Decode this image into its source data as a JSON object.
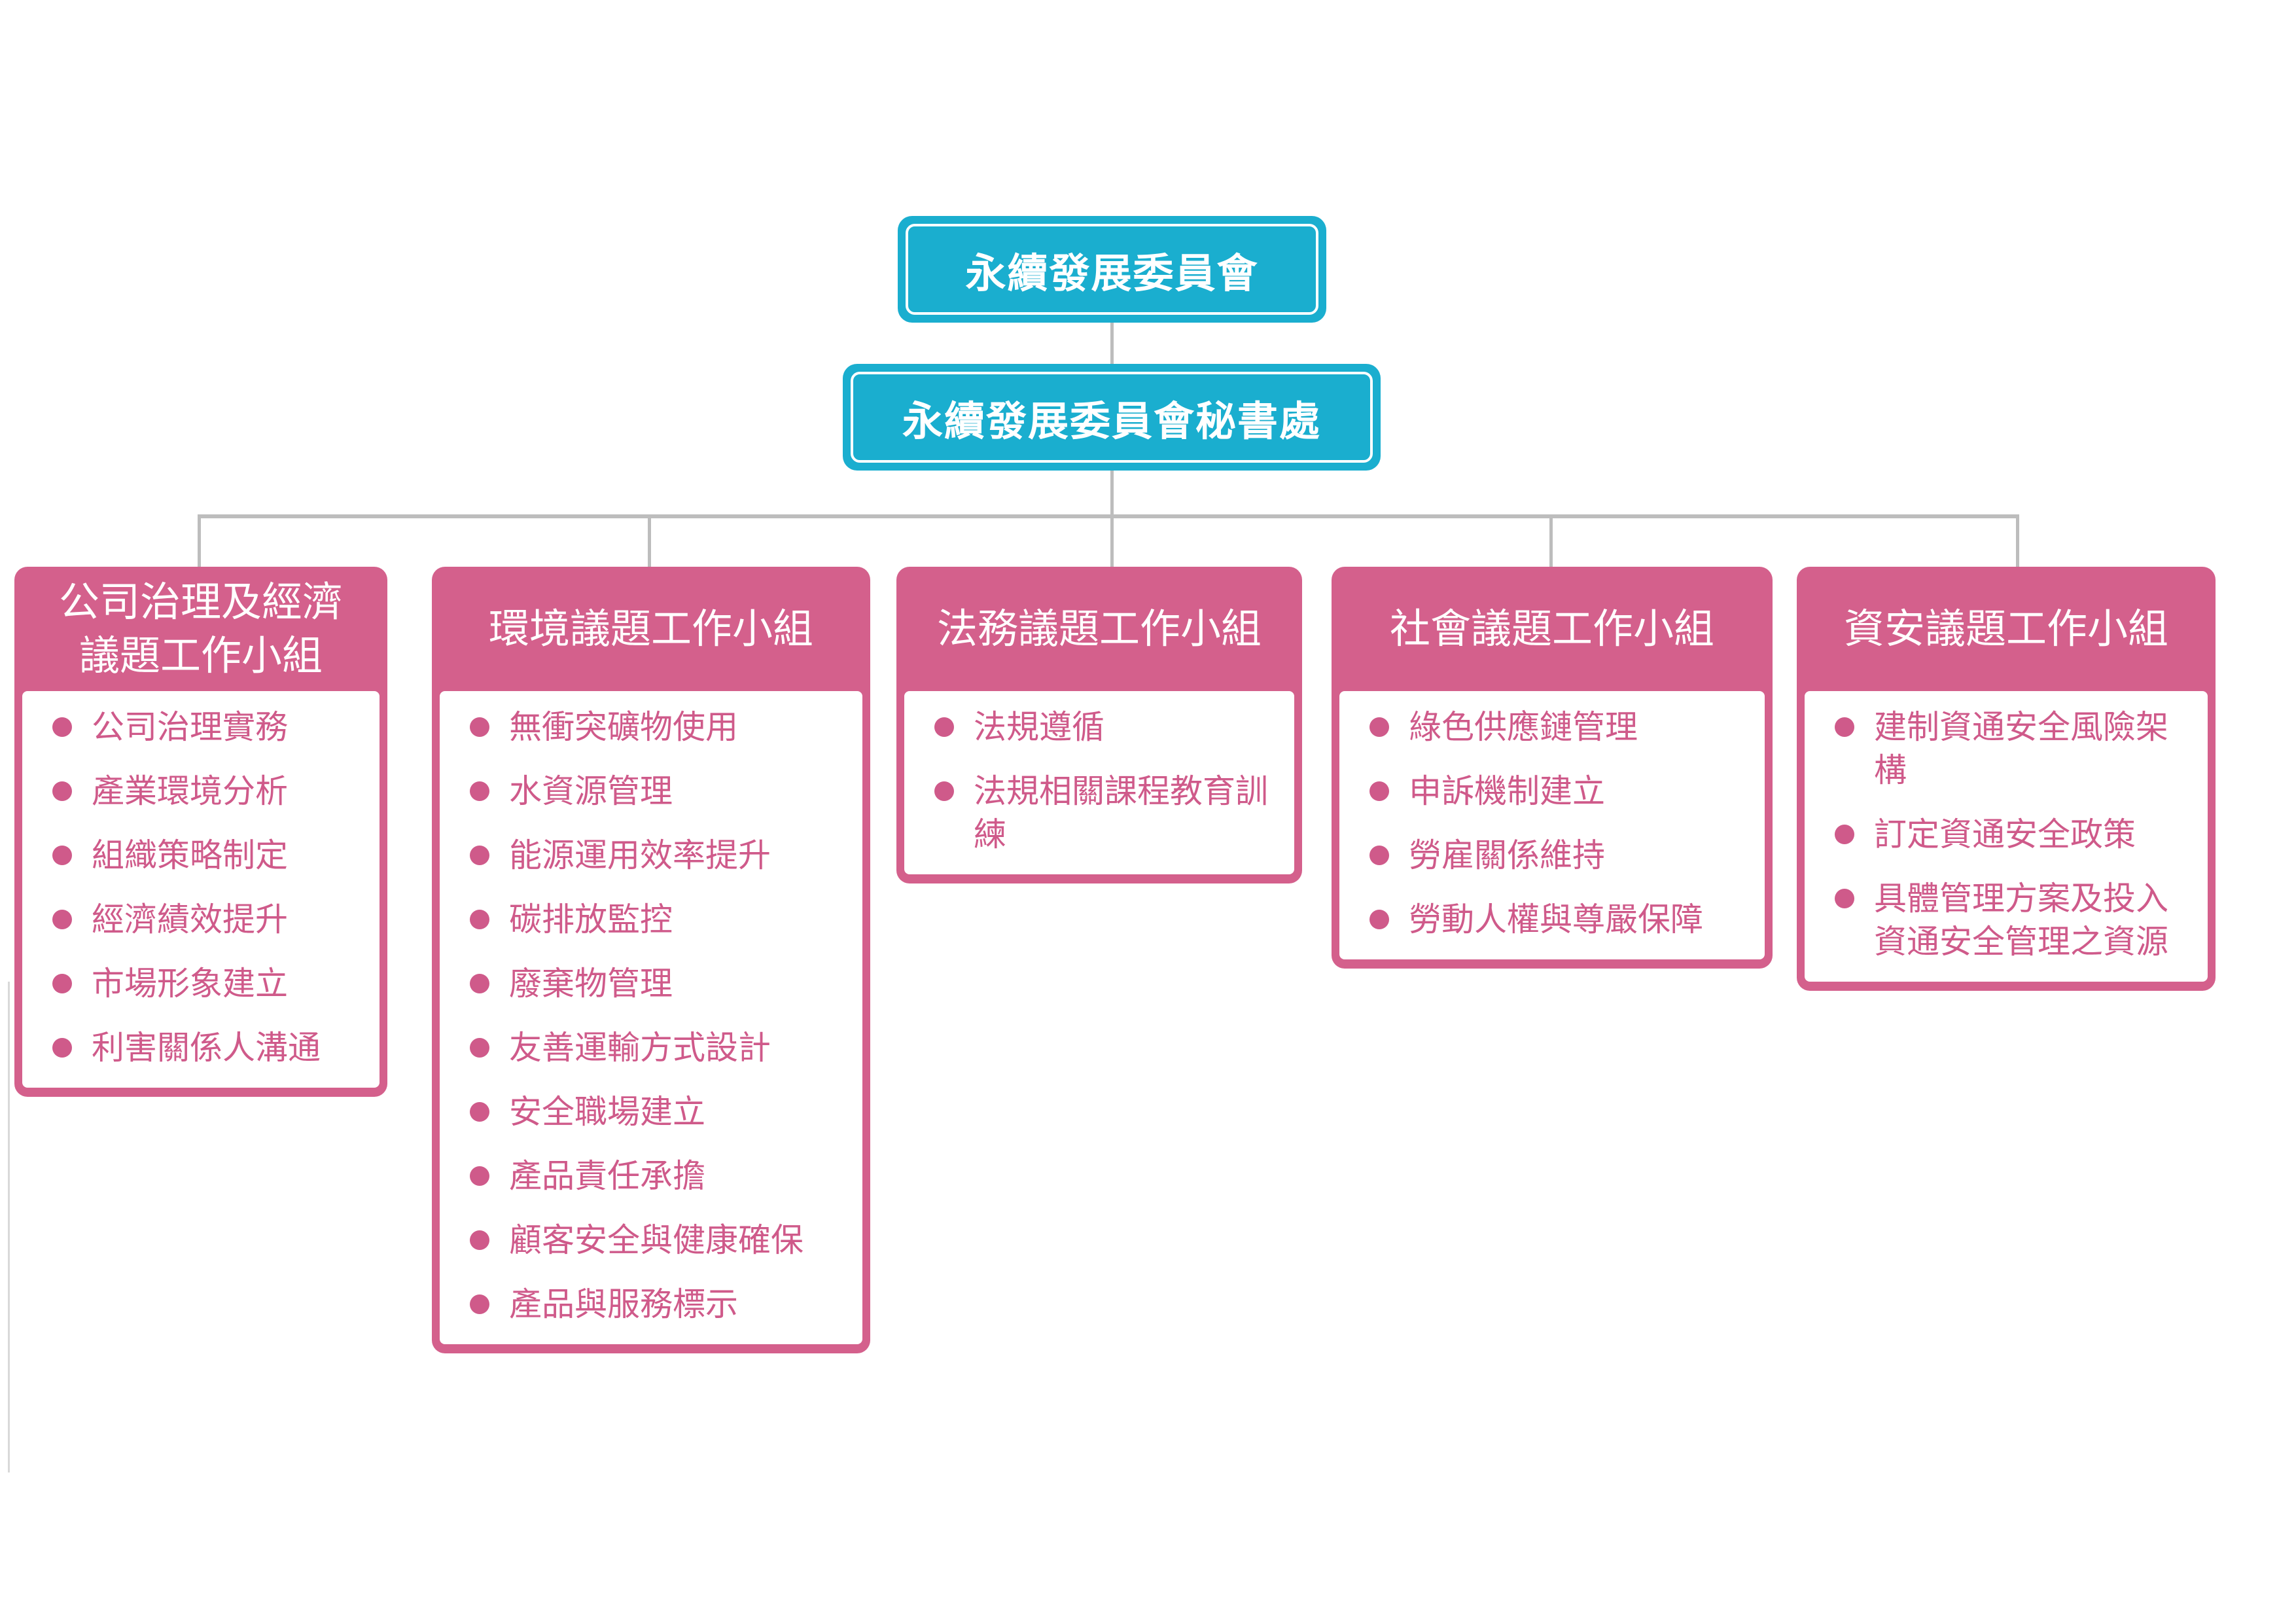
{
  "committee": {
    "label": "永續發展委員會"
  },
  "secretariat": {
    "label": "永續發展委員會秘書處"
  },
  "groups": [
    {
      "title": "公司治理及經濟\n議題工作小組",
      "items": [
        "公司治理實務",
        "產業環境分析",
        "組織策略制定",
        "經濟績效提升",
        "市場形象建立",
        "利害關係人溝通"
      ]
    },
    {
      "title": "環境議題工作小組",
      "items": [
        "無衝突礦物使用",
        "水資源管理",
        "能源運用效率提升",
        "碳排放監控",
        "廢棄物管理",
        "友善運輸方式設計",
        "安全職場建立",
        "產品責任承擔",
        "顧客安全與健康確保",
        "產品與服務標示"
      ]
    },
    {
      "title": "法務議題工作小組",
      "items": [
        "法規遵循",
        "法規相關課程教育訓練"
      ]
    },
    {
      "title": "社會議題工作小組",
      "items": [
        "綠色供應鏈管理",
        "申訴機制建立",
        "勞雇關係維持",
        "勞動人權與尊嚴保障"
      ]
    },
    {
      "title": "資安議題工作小組",
      "items": [
        "建制資通安全風險架構",
        "訂定資通安全政策",
        "具體管理方案及投入資通安全管理之資源"
      ]
    }
  ],
  "colors": {
    "cyan": "#1aaecf",
    "pink": "#d4608c",
    "bullet_text": "#cf5a8a",
    "connector": "#bdbdbd"
  }
}
